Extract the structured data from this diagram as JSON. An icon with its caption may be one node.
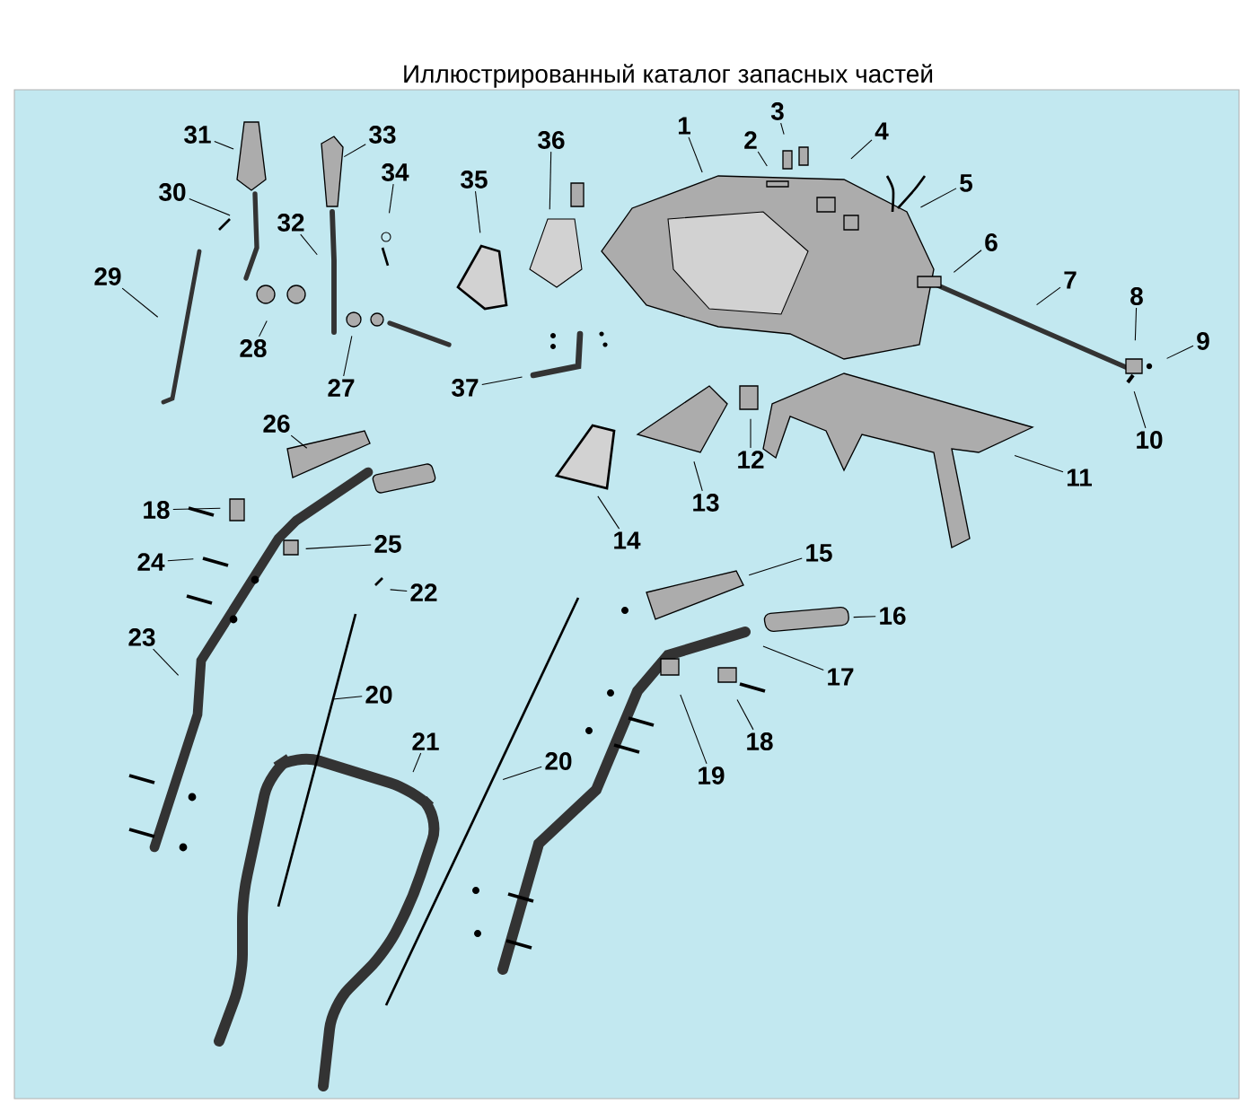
{
  "diagram": {
    "title": "Иллюстрированный каталог запасных частей",
    "nodes": [
      {
        "text": [
          "1"
        ]
      },
      {
        "text": [
          "2"
        ]
      },
      {
        "text": [
          "3"
        ]
      },
      {
        "text": [
          "4"
        ]
      },
      {
        "text": [
          "5"
        ]
      },
      {
        "text": [
          "6"
        ]
      },
      {
        "text": [
          "7"
        ]
      },
      {
        "text": [
          "8"
        ]
      },
      {
        "text": [
          "9"
        ]
      },
      {
        "text": [
          "10"
        ]
      },
      {
        "text": [
          "11"
        ]
      },
      {
        "text": [
          "12"
        ]
      },
      {
        "text": [
          "13"
        ]
      },
      {
        "text": [
          "14"
        ]
      },
      {
        "text": [
          "15"
        ]
      },
      {
        "text": [
          "16"
        ]
      },
      {
        "text": [
          "17"
        ]
      },
      {
        "text": [
          "18"
        ]
      },
      {
        "text": [
          "18"
        ]
      },
      {
        "text": [
          "19"
        ]
      },
      {
        "text": [
          "20"
        ]
      },
      {
        "text": [
          "20"
        ]
      },
      {
        "text": [
          "21"
        ]
      },
      {
        "text": [
          "22"
        ]
      },
      {
        "text": [
          "23"
        ]
      },
      {
        "text": [
          "24"
        ]
      },
      {
        "text": [
          "25"
        ]
      },
      {
        "text": [
          "26"
        ]
      },
      {
        "text": [
          "27"
        ]
      },
      {
        "text": [
          "28"
        ]
      },
      {
        "text": [
          "29"
        ]
      },
      {
        "text": [
          "30"
        ]
      },
      {
        "text": [
          "31"
        ]
      },
      {
        "text": [
          "32"
        ]
      },
      {
        "text": [
          "33"
        ]
      },
      {
        "text": [
          "34"
        ]
      },
      {
        "text": [
          "35"
        ]
      },
      {
        "text": [
          "36"
        ]
      },
      {
        "text": [
          "37"
        ]
      }
    ],
    "edges": [
      {
        "from": 0,
        "to": null,
        "arrow": "none"
      },
      {
        "from": 1,
        "to": null,
        "arrow": "none"
      },
      {
        "from": 2,
        "to": null,
        "arrow": "none"
      },
      {
        "from": 3,
        "to": null,
        "arrow": "none"
      },
      {
        "from": 4,
        "to": null,
        "arrow": "none"
      },
      {
        "from": 5,
        "to": null,
        "arrow": "none"
      },
      {
        "from": 6,
        "to": null,
        "arrow": "none"
      },
      {
        "from": 7,
        "to": null,
        "arrow": "none"
      },
      {
        "from": 8,
        "to": null,
        "arrow": "none"
      },
      {
        "from": 9,
        "to": null,
        "arrow": "none"
      },
      {
        "from": 10,
        "to": null,
        "arrow": "none"
      },
      {
        "from": 11,
        "to": null,
        "arrow": "none"
      },
      {
        "from": 12,
        "to": null,
        "arrow": "none"
      },
      {
        "from": 13,
        "to": null,
        "arrow": "none"
      },
      {
        "from": 14,
        "to": null,
        "arrow": "none"
      },
      {
        "from": 15,
        "to": null,
        "arrow": "none"
      },
      {
        "from": 16,
        "to": null,
        "arrow": "none"
      },
      {
        "from": 17,
        "to": null,
        "arrow": "none"
      },
      {
        "from": 18,
        "to": null,
        "arrow": "none"
      },
      {
        "from": 19,
        "to": null,
        "arrow": "none"
      },
      {
        "from": 20,
        "to": null,
        "arrow": "none"
      },
      {
        "from": 21,
        "to": null,
        "arrow": "none"
      },
      {
        "from": 22,
        "to": null,
        "arrow": "none"
      },
      {
        "from": 23,
        "to": null,
        "arrow": "none"
      },
      {
        "from": 24,
        "to": null,
        "arrow": "none"
      },
      {
        "from": 25,
        "to": null,
        "arrow": "none"
      },
      {
        "from": 26,
        "to": null,
        "arrow": "none"
      },
      {
        "from": 27,
        "to": null,
        "arrow": "none"
      },
      {
        "from": 28,
        "to": null,
        "arrow": "none"
      },
      {
        "from": 29,
        "to": null,
        "arrow": "none"
      },
      {
        "from": 30,
        "to": null,
        "arrow": "none"
      },
      {
        "from": 31,
        "to": null,
        "arrow": "none"
      },
      {
        "from": 32,
        "to": null,
        "arrow": "none"
      },
      {
        "from": 33,
        "to": null,
        "arrow": "none"
      },
      {
        "from": 34,
        "to": null,
        "arrow": "none"
      },
      {
        "from": 35,
        "to": null,
        "arrow": "none"
      },
      {
        "from": 36,
        "to": null,
        "arrow": "none"
      },
      {
        "from": 37,
        "to": null,
        "arrow": "none"
      },
      {
        "from": 38,
        "to": null,
        "arrow": "none"
      }
    ]
  }
}
